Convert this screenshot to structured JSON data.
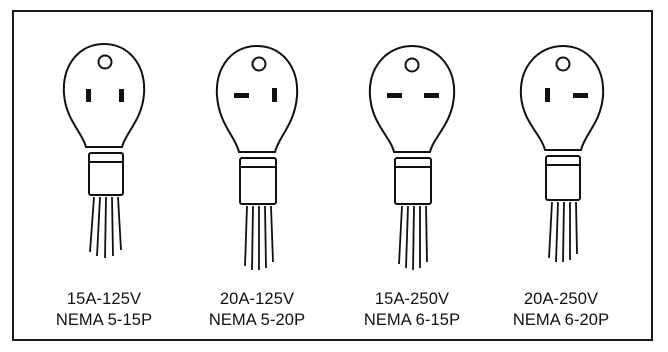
{
  "plugs": [
    {
      "rating": "15A-125V",
      "nema": "NEMA 5-15P",
      "blade_left": "vertical",
      "blade_right": "vertical"
    },
    {
      "rating": "20A-125V",
      "nema": "NEMA 5-20P",
      "blade_left": "horizontal",
      "blade_right": "vertical"
    },
    {
      "rating": "15A-250V",
      "nema": "NEMA 6-15P",
      "blade_left": "horizontal",
      "blade_right": "horizontal"
    },
    {
      "rating": "20A-250V",
      "nema": "NEMA 6-20P",
      "blade_left": "vertical",
      "blade_right": "horizontal"
    }
  ]
}
